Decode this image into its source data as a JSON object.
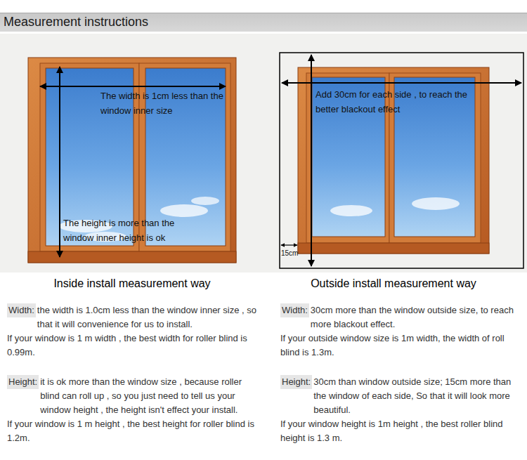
{
  "diagram": {
    "title": "Measurement instructions",
    "labels": [
      "The width is 1cm less than the window inner size",
      "The height is more than the window inner height is ok",
      "Add 30cm for each side , to reach the better blackout effect",
      "15cm",
      "Inside install measurement way",
      "Outside install measurement way",
      "Width:",
      "the width is 1.0cm less than the window inner size , so that it will convenience for us to install.",
      "If your window is 1 m width , the best width for roller blind is 0.99m.",
      "Height:",
      "it is ok more than the window size , because roller blind can roll up , so you just need to tell us your window height , the height isn't effect your install.",
      "If your window is 1 m height , the best height for roller blind is 1.2m.",
      "Width:",
      "30cm more than the window outside size, to reach more blackout effect.",
      "If your outside window size is 1m width, the width of roll blind is 1.3m.",
      "Height:",
      "30cm than window outside size; 15cm more than the window of each side, So that it will look more beautiful.",
      "If your window height is 1m height , the best roller blind height is 1.3 m."
    ]
  }
}
